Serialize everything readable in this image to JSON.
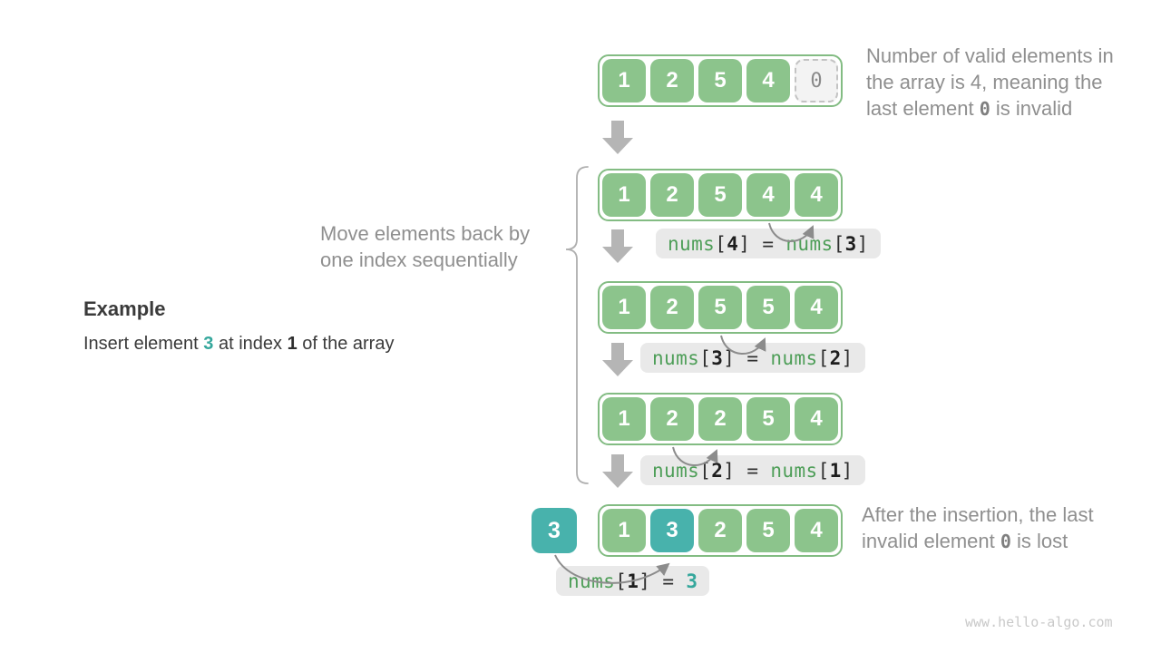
{
  "colors": {
    "cell-green": "#8CC48C",
    "cell-teal": "#48B2AC",
    "array-border": "#83BC83",
    "invalid-bg": "#F3F3F3",
    "invalid-border": "#C3C3C3",
    "invalid-text": "#8A8A8A",
    "label-bg": "#E9E9E9",
    "code-green": "#4E9E58",
    "code-dark": "#2F2F2F",
    "note-gray": "#8F8F8F",
    "text-dark": "#3A3A3A",
    "teal-text": "#35A79C",
    "arrow-gray": "#B5B5B5",
    "arc-gray": "#8C8C8C",
    "brace-gray": "#AFAFAF",
    "watermark-gray": "#C9C9C9"
  },
  "example": {
    "title": "Example",
    "line_pre": "Insert element ",
    "value": "3",
    "line_mid": " at index ",
    "index": "1",
    "line_post": " of the array"
  },
  "move_note": {
    "line1": "Move elements back by",
    "line2": "one index sequentially"
  },
  "top_note": {
    "line1": "Number of valid elements in",
    "line2": "the array is 4, meaning the",
    "line3_pre": "last element ",
    "line3_code": "0",
    "line3_post": " is invalid"
  },
  "bottom_note": {
    "line1": "After the insertion, the last",
    "line2_pre": "invalid element ",
    "line2_code": "0",
    "line2_post": " is lost"
  },
  "watermark": "www.hello-algo.com",
  "inserted_value": "3",
  "arrays": [
    {
      "name": "initial",
      "cells": [
        {
          "value": "1"
        },
        {
          "value": "2"
        },
        {
          "value": "5"
        },
        {
          "value": "4"
        },
        {
          "value": "0",
          "invalid": true
        }
      ]
    },
    {
      "name": "shift-step-1",
      "cells": [
        {
          "value": "1"
        },
        {
          "value": "2"
        },
        {
          "value": "5"
        },
        {
          "value": "4"
        },
        {
          "value": "4"
        }
      ]
    },
    {
      "name": "shift-step-2",
      "cells": [
        {
          "value": "1"
        },
        {
          "value": "2"
        },
        {
          "value": "5"
        },
        {
          "value": "5"
        },
        {
          "value": "4"
        }
      ]
    },
    {
      "name": "shift-step-3",
      "cells": [
        {
          "value": "1"
        },
        {
          "value": "2"
        },
        {
          "value": "2"
        },
        {
          "value": "5"
        },
        {
          "value": "4"
        }
      ]
    },
    {
      "name": "final",
      "cells": [
        {
          "value": "1"
        },
        {
          "value": "3",
          "teal": true
        },
        {
          "value": "2"
        },
        {
          "value": "5"
        },
        {
          "value": "4"
        }
      ]
    }
  ],
  "code_labels": [
    {
      "fn1": "nums",
      "ob1": "[",
      "i1": "4",
      "cb1": "]",
      "eq": "=",
      "fn2": "nums",
      "ob2": "[",
      "i2": "3",
      "cb2": "]"
    },
    {
      "fn1": "nums",
      "ob1": "[",
      "i1": "3",
      "cb1": "]",
      "eq": "=",
      "fn2": "nums",
      "ob2": "[",
      "i2": "2",
      "cb2": "]"
    },
    {
      "fn1": "nums",
      "ob1": "[",
      "i1": "2",
      "cb1": "]",
      "eq": "=",
      "fn2": "nums",
      "ob2": "[",
      "i2": "1",
      "cb2": "]"
    },
    {
      "fn1": "nums",
      "ob1": "[",
      "i1": "1",
      "cb1": "]",
      "eq": "=",
      "val": "3"
    }
  ]
}
